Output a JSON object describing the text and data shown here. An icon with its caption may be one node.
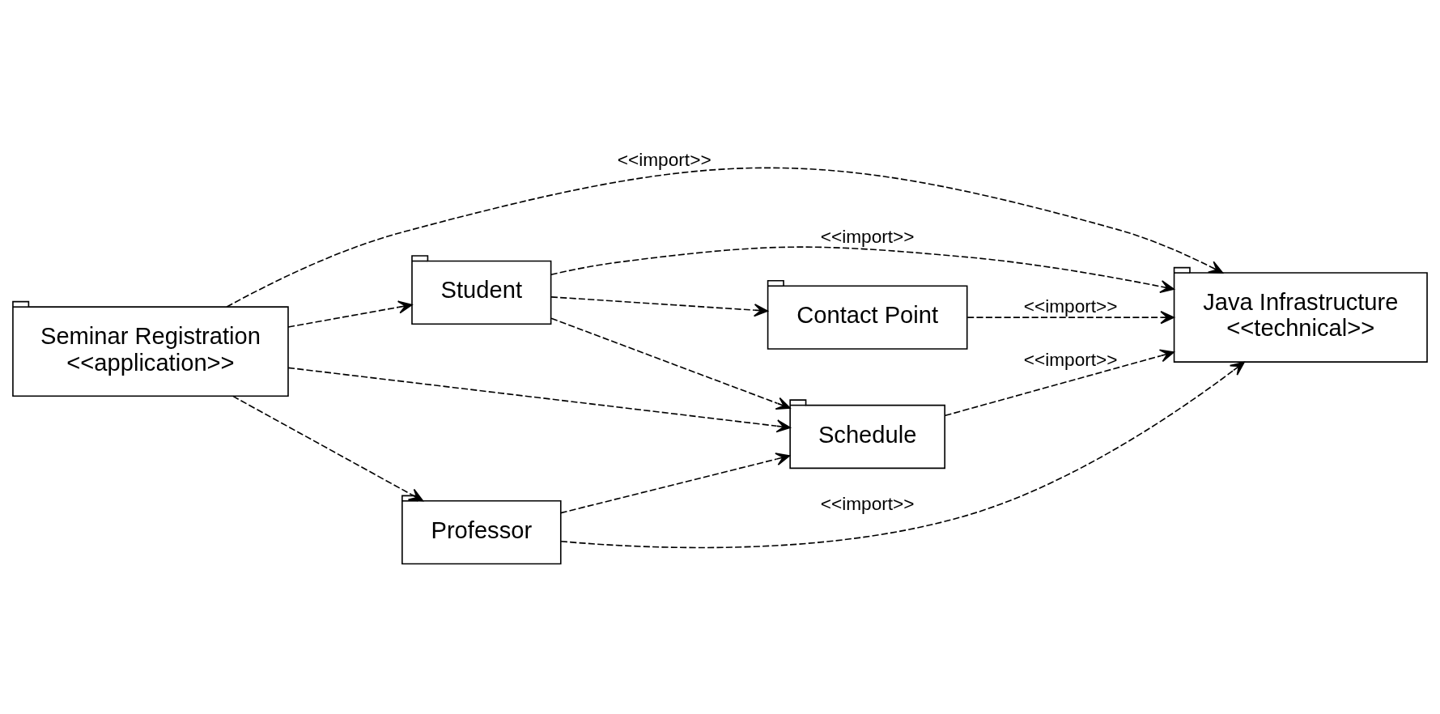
{
  "diagram": {
    "nodes": [
      {
        "text": [
          "Seminar Registration",
          "<<application>>"
        ]
      },
      {
        "text": [
          "Schedule"
        ]
      },
      {
        "text": [
          "Student"
        ]
      },
      {
        "text": [
          "Professor"
        ]
      },
      {
        "text": [
          "Contact Point"
        ]
      },
      {
        "text": [
          "Java Infrastructure",
          "<<technical>>"
        ]
      }
    ],
    "edges": [
      {
        "from": 0,
        "to": 1,
        "arrow": "to",
        "style": "dashed"
      },
      {
        "from": 0,
        "to": 2,
        "arrow": "to",
        "style": "dashed"
      },
      {
        "from": 0,
        "to": 3,
        "arrow": "to",
        "style": "dashed"
      },
      {
        "from": 1,
        "to": 5,
        "arrow": "to",
        "style": "dashed",
        "label": "<<import>>"
      },
      {
        "from": 2,
        "to": 1,
        "arrow": "to",
        "style": "dashed"
      },
      {
        "from": 3,
        "to": 1,
        "arrow": "to",
        "style": "dashed"
      },
      {
        "from": 2,
        "to": 4,
        "arrow": "to",
        "style": "dashed"
      },
      {
        "from": 4,
        "to": 5,
        "arrow": "to",
        "style": "dashed",
        "label": "<<import>>"
      },
      {
        "from": 2,
        "to": 5,
        "arrow": "to",
        "style": "dashed",
        "label": "<<import>>"
      },
      {
        "from": 3,
        "to": 5,
        "arrow": "to",
        "style": "dashed",
        "label": "<<import>>"
      },
      {
        "from": 0,
        "to": 5,
        "arrow": "to",
        "style": "dashed",
        "label": "<<import>>"
      }
    ]
  }
}
